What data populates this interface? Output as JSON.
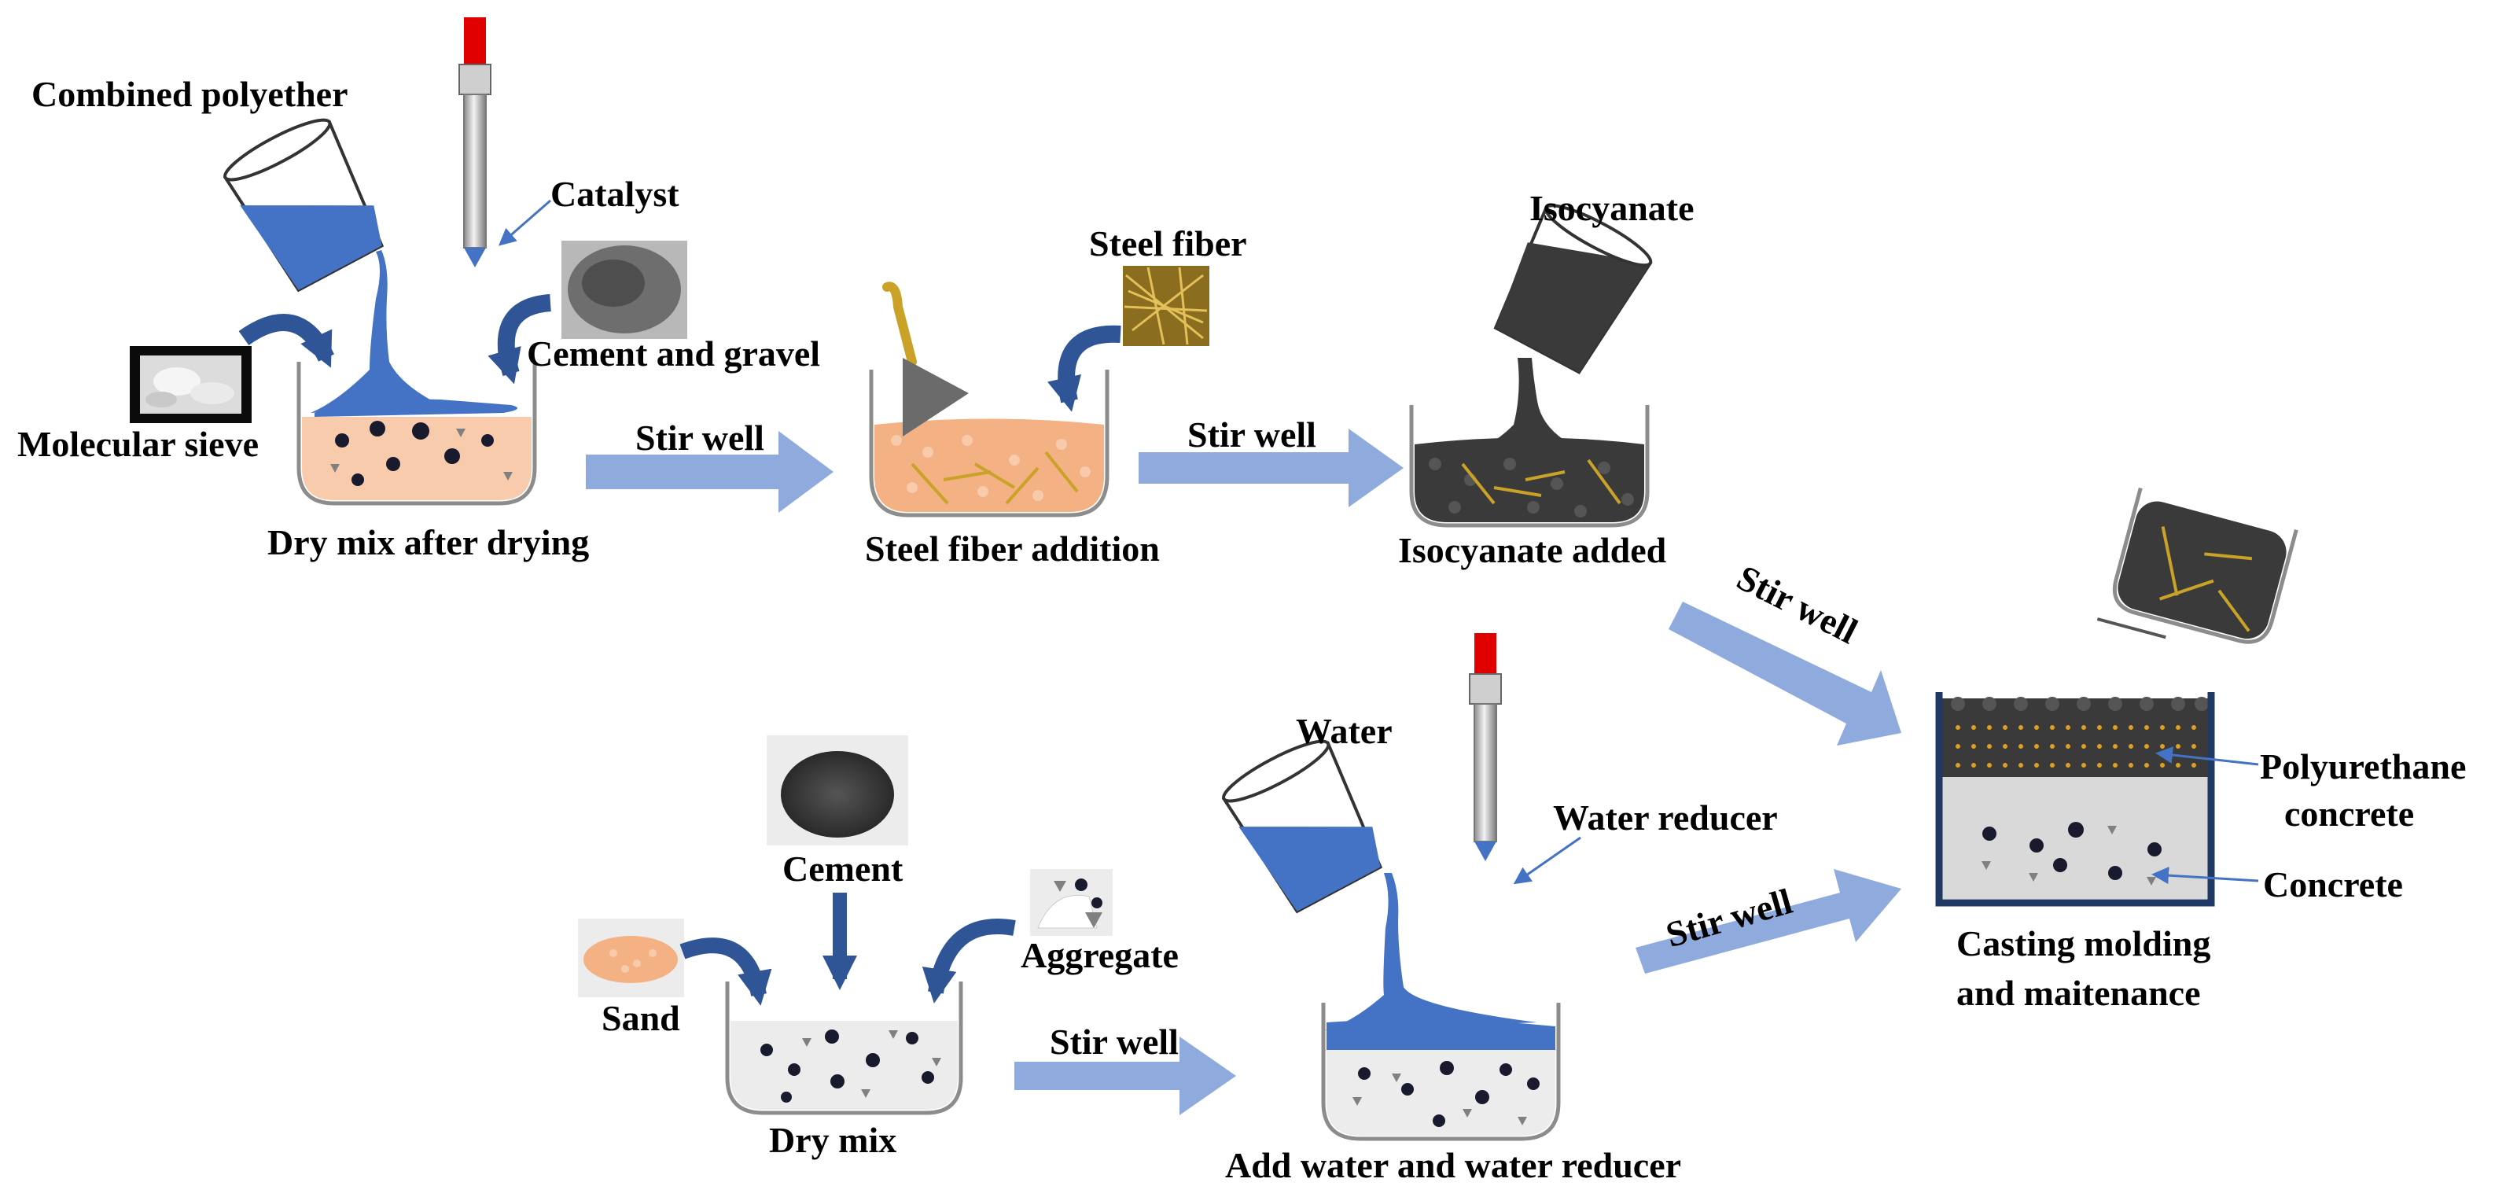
{
  "labels": {
    "combined_polyether": "Combined polyether",
    "catalyst": "Catalyst",
    "cement_and_gravel": "Cement and gravel",
    "molecular_sieve": "Molecular sieve",
    "dry_mix_after_drying": "Dry mix after drying",
    "steel_fiber": "Steel fiber",
    "steel_fiber_addition": "Steel fiber addition",
    "isocyanate": "Isocyanate",
    "isocyanate_added": "Isocyanate added",
    "stir_well_1": "Stir well",
    "stir_well_2": "Stir well",
    "stir_well_3": "Stir well",
    "stir_well_4": "Stir well",
    "stir_well_5": "Stir well",
    "cement": "Cement",
    "sand": "Sand",
    "aggregate": "Aggregate",
    "dry_mix": "Dry mix",
    "water": "Water",
    "water_reducer": "Water reducer",
    "add_water_and_reducer": "Add water and water reducer",
    "polyurethane_concrete_line1": "Polyurethane",
    "polyurethane_concrete_line2": "concrete",
    "concrete": "Concrete",
    "casting_line1": "Casting molding",
    "casting_line2": "and maitenance"
  },
  "colors": {
    "liquid_blue": "#4472C4",
    "arrow_blue": "#8FAADC",
    "curve_arrow_blue": "#2F5597",
    "dry_mix_fill": "#F8CBAD",
    "sand_orange": "#F4B183",
    "steel_fiber_gold": "#C9A227",
    "isocyanate_dark": "#3A3A3A",
    "concrete_gray": "#D9D9D9",
    "dropper_red": "#E00000",
    "mold_navy": "#1F3864"
  }
}
